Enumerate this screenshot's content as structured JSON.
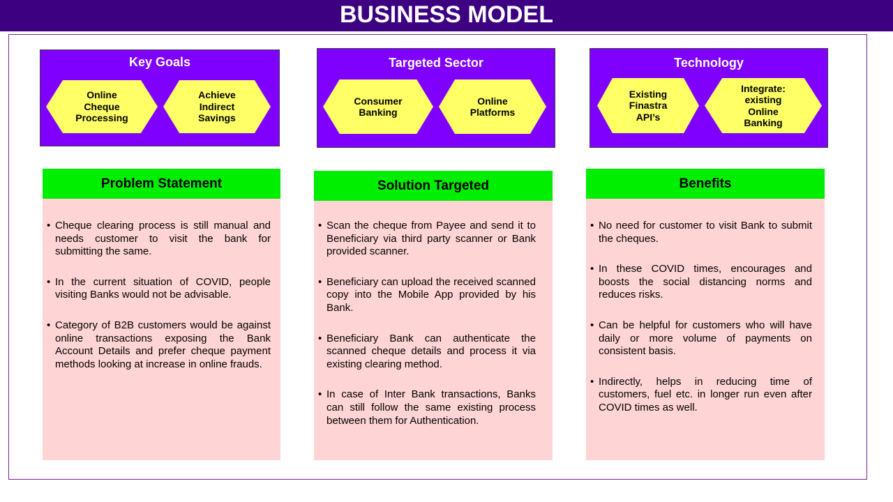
{
  "title": "BUSINESS MODEL",
  "colors": {
    "title_bar": "#3c0080",
    "goal_box": "#8000ff",
    "hexagon": "#ffff66",
    "panel_header": "#00ee00",
    "panel_body": "#ffd4d4"
  },
  "goals": [
    {
      "title": "Key Goals",
      "items": [
        "Online\nCheque\nProcessing",
        "Achieve\nIndirect\nSavings"
      ]
    },
    {
      "title": "Targeted Sector",
      "items": [
        "Consumer\nBanking",
        "Online\nPlatforms"
      ]
    },
    {
      "title": "Technology",
      "items": [
        "Existing\nFinastra\nAPI’s",
        "Integrate:\nexisting\nOnline\nBanking"
      ]
    }
  ],
  "panels": [
    {
      "title": "Problem Statement",
      "bullets": [
        "Cheque clearing process is still manual and needs customer to visit the bank for submitting the same.",
        "In the current situation of COVID, people visiting Banks would not be advisable.",
        "Category of B2B customers would be against online transactions exposing the Bank Account Details and prefer cheque payment methods looking at increase in online frauds."
      ]
    },
    {
      "title": "Solution Targeted",
      "bullets": [
        "Scan the cheque from Payee and send it to Beneficiary via third party scanner or Bank provided scanner.",
        "Beneficiary can upload the received scanned copy into the Mobile App provided by his Bank.",
        "Beneficiary Bank can authenticate the scanned cheque details and process it via existing clearing method.",
        "In case of Inter Bank transactions, Banks can still follow the same existing process between them for Authentication."
      ]
    },
    {
      "title": "Benefits",
      "bullets": [
        "No need for customer to visit Bank to submit the cheques.",
        "In these COVID times, encourages and boosts the social distancing norms and reduces risks.",
        "Can be helpful for customers who will have daily or more volume of payments on consistent basis.",
        "Indirectly, helps in reducing time of customers, fuel etc. in longer run even after COVID times as well."
      ]
    }
  ]
}
